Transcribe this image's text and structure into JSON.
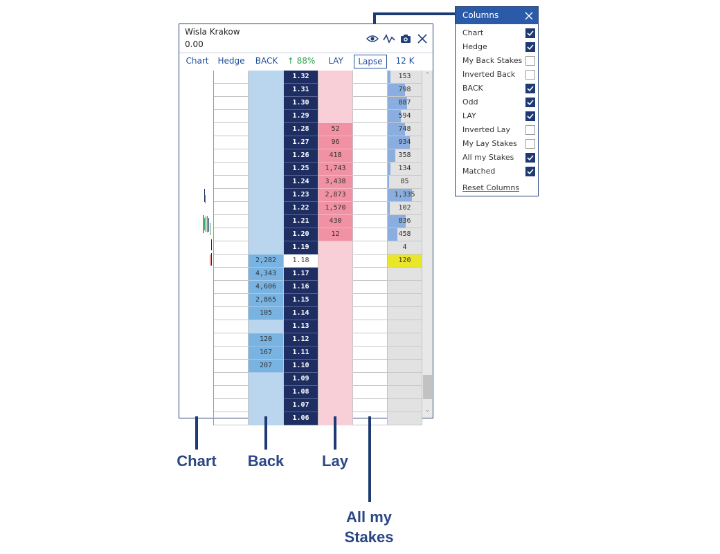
{
  "ladder": {
    "market_name": "Wisla Krakow",
    "value": "0.00",
    "header_icons": [
      "eye-icon",
      "chart-line-icon",
      "camera-icon",
      "close-icon"
    ],
    "columns": {
      "chart": "Chart",
      "hedge": "Hedge",
      "back": "BACK",
      "percent": "↑ 88%",
      "lay": "LAY",
      "lapse": "Lapse",
      "matched": "12 K"
    },
    "rows": [
      {
        "odd": "1.32",
        "back": "",
        "lay": "",
        "matched": "153",
        "bar": 0.1
      },
      {
        "odd": "1.31",
        "back": "",
        "lay": "",
        "matched": "798",
        "bar": 0.7
      },
      {
        "odd": "1.30",
        "back": "",
        "lay": "",
        "matched": "887",
        "bar": 0.8
      },
      {
        "odd": "1.29",
        "back": "",
        "lay": "",
        "matched": "594",
        "bar": 0.55
      },
      {
        "odd": "1.28",
        "back": "",
        "lay": "52",
        "matched": "748",
        "bar": 0.7
      },
      {
        "odd": "1.27",
        "back": "",
        "lay": "96",
        "matched": "934",
        "bar": 0.9
      },
      {
        "odd": "1.26",
        "back": "",
        "lay": "418",
        "matched": "358",
        "bar": 0.3
      },
      {
        "odd": "1.25",
        "back": "",
        "lay": "1,743",
        "matched": "134",
        "bar": 0.1
      },
      {
        "odd": "1.24",
        "back": "",
        "lay": "3,438",
        "matched": "85",
        "bar": 0.05
      },
      {
        "odd": "1.23",
        "back": "",
        "lay": "2,873",
        "matched": "1,335",
        "bar": 1.0
      },
      {
        "odd": "1.22",
        "back": "",
        "lay": "1,570",
        "matched": "102",
        "bar": 0.08
      },
      {
        "odd": "1.21",
        "back": "",
        "lay": "430",
        "matched": "836",
        "bar": 0.75
      },
      {
        "odd": "1.20",
        "back": "",
        "lay": "12",
        "matched": "458",
        "bar": 0.4
      },
      {
        "odd": "1.19",
        "back": "",
        "lay": "",
        "matched": "4",
        "bar": 0
      },
      {
        "odd": "1.18",
        "back": "2,282",
        "lay": "",
        "matched": "120",
        "bar": 0,
        "ltp": true
      },
      {
        "odd": "1.17",
        "back": "4,343",
        "lay": "",
        "matched": "",
        "bar": 0
      },
      {
        "odd": "1.16",
        "back": "4,606",
        "lay": "",
        "matched": "",
        "bar": 0
      },
      {
        "odd": "1.15",
        "back": "2,865",
        "lay": "",
        "matched": "",
        "bar": 0
      },
      {
        "odd": "1.14",
        "back": "105",
        "lay": "",
        "matched": "",
        "bar": 0
      },
      {
        "odd": "1.13",
        "back": "",
        "lay": "",
        "matched": "",
        "bar": 0
      },
      {
        "odd": "1.12",
        "back": "120",
        "lay": "",
        "matched": "",
        "bar": 0
      },
      {
        "odd": "1.11",
        "back": "167",
        "lay": "",
        "matched": "",
        "bar": 0
      },
      {
        "odd": "1.10",
        "back": "207",
        "lay": "",
        "matched": "",
        "bar": 0
      },
      {
        "odd": "1.09",
        "back": "",
        "lay": "",
        "matched": "",
        "bar": 0
      },
      {
        "odd": "1.08",
        "back": "",
        "lay": "",
        "matched": "",
        "bar": 0
      },
      {
        "odd": "1.07",
        "back": "",
        "lay": "",
        "matched": "",
        "bar": 0
      },
      {
        "odd": "1.06",
        "back": "",
        "lay": "",
        "matched": "",
        "bar": 0
      }
    ]
  },
  "pointer_labels": {
    "chart": "Chart",
    "back": "Back",
    "lay": "Lay",
    "all_my_stakes": "All my Stakes"
  },
  "columns_panel": {
    "title": "Columns",
    "items": [
      {
        "label": "Chart",
        "checked": true
      },
      {
        "label": "Hedge",
        "checked": true
      },
      {
        "label": "My Back Stakes",
        "checked": false
      },
      {
        "label": "Inverted Back",
        "checked": false
      },
      {
        "label": "BACK",
        "checked": true
      },
      {
        "label": "Odd",
        "checked": true
      },
      {
        "label": "LAY",
        "checked": true
      },
      {
        "label": "Inverted Lay",
        "checked": false
      },
      {
        "label": "My Lay Stakes",
        "checked": false
      },
      {
        "label": "All my Stakes",
        "checked": true
      },
      {
        "label": "Matched",
        "checked": true
      }
    ],
    "reset": "Reset Columns"
  },
  "colors": {
    "odd_bg": "#1e2e63",
    "back": "#79b3e2",
    "lay": "#f192a4",
    "ltp_highlight": "#eae629",
    "accent": "#2b5aa8"
  }
}
